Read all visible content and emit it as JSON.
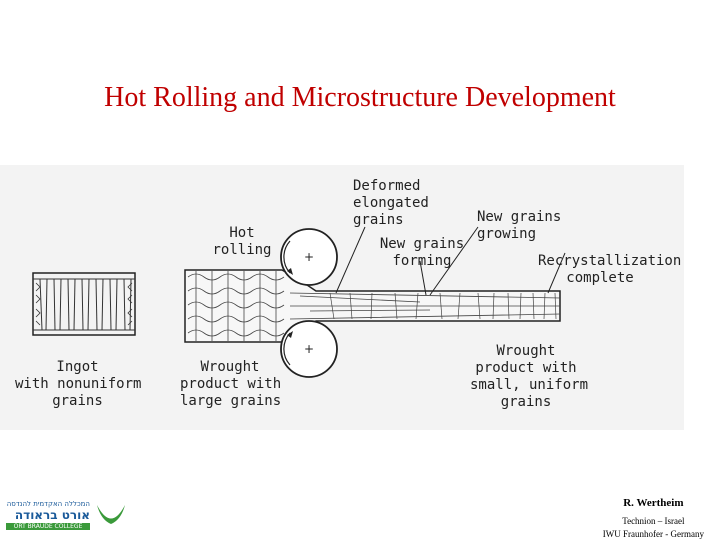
{
  "title": "Hot Rolling and Microstructure Development",
  "diagram": {
    "labels": {
      "deformed": [
        "Deformed",
        "elongated",
        "grains"
      ],
      "hot_rolling": [
        "Hot",
        "rolling"
      ],
      "new_forming": [
        "New grains",
        "forming"
      ],
      "new_growing": [
        "New grains",
        "growing"
      ],
      "recrystallization": [
        "Recrystallization",
        "complete"
      ],
      "ingot": [
        "Ingot",
        "with nonuniform",
        "grains"
      ],
      "wrought_large": [
        "Wrought",
        "product with",
        "large grains"
      ],
      "wrought_small": [
        "Wrought",
        "product with",
        "small, uniform",
        "grains"
      ]
    }
  },
  "logo": {
    "hebrew_small": "המכללה האקדמית להנדסה",
    "hebrew_large": "אורט בראודה",
    "english": "ORT BRAUDE COLLEGE"
  },
  "author": {
    "name": "R. Wertheim",
    "affiliations": [
      "Technion – Israel",
      "IWU Fraunhofer - Germany"
    ]
  }
}
